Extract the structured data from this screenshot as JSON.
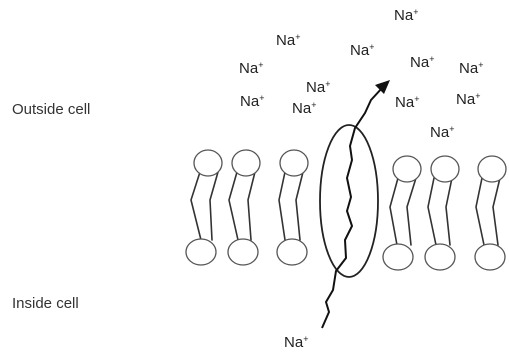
{
  "labels": {
    "outside": "Outside cell",
    "inside": "Inside cell"
  },
  "ion": {
    "symbol": "Na",
    "charge": "+"
  },
  "colors": {
    "background": "#ffffff",
    "text": "#333333",
    "stroke": "#555555"
  }
}
